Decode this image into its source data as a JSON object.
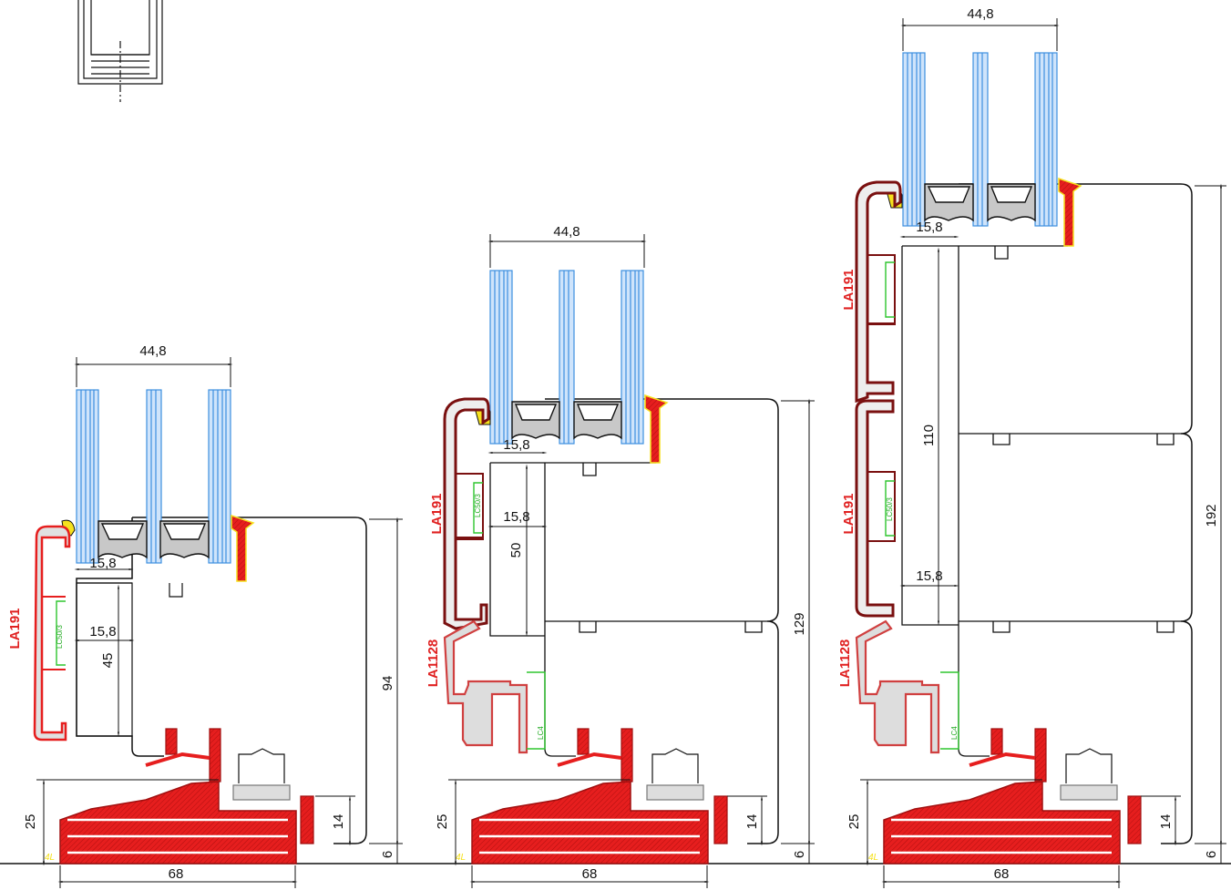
{
  "colors": {
    "glass": "#3d8fe0",
    "profile_red": "#e61e1e",
    "gasket_yellow": "#f5e11e",
    "clip_green": "#2ec52e",
    "spacer_grey": "#c8c8c8",
    "line": "#111111"
  },
  "sections": [
    {
      "name": "section-left",
      "glass_width": "44,8",
      "rebate": "15,8",
      "inner_width": "15,8",
      "inner_height": "45",
      "total_height": "94",
      "bottom_gap": "6",
      "sill_height": "25",
      "track_height": "14",
      "base_width": "68",
      "profiles": [
        "LA191"
      ],
      "clips": [
        "LC50/3"
      ],
      "base_mark": "4L"
    },
    {
      "name": "section-middle",
      "glass_width": "44,8",
      "rebate": "15,8",
      "inner_width": "15,8",
      "inner_height": "50",
      "total_height": "129",
      "bottom_gap": "6",
      "sill_height": "25",
      "track_height": "14",
      "base_width": "68",
      "profiles": [
        "LA191",
        "LA1128"
      ],
      "clips": [
        "LC50/3",
        "LC4"
      ],
      "base_mark": "4L"
    },
    {
      "name": "section-right",
      "glass_width": "44,8",
      "rebate": "15,8",
      "inner_width": "15,8",
      "inner_height": "110",
      "total_height": "192",
      "bottom_gap": "6",
      "sill_height": "25",
      "track_height": "14",
      "base_width": "68",
      "profiles": [
        "LA191",
        "LA191",
        "LA1128"
      ],
      "clips": [
        "LC50/3",
        "LC4"
      ],
      "base_mark": "4L"
    }
  ]
}
